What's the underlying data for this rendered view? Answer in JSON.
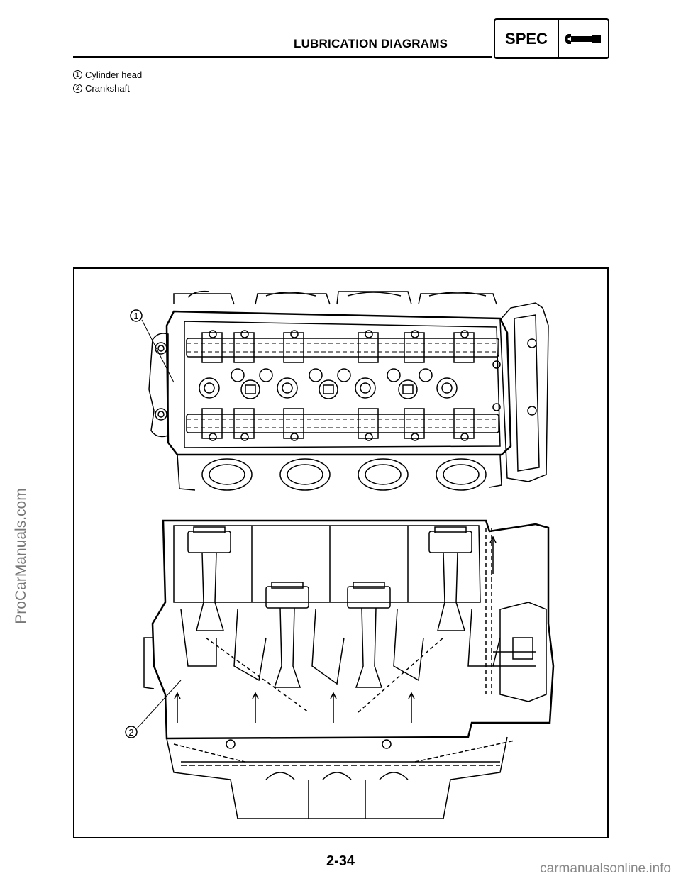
{
  "header": {
    "title": "LUBRICATION DIAGRAMS",
    "spec_label": "SPEC",
    "spec_icon": "wrench-icon"
  },
  "legend": [
    {
      "num": "1",
      "label": "Cylinder head"
    },
    {
      "num": "2",
      "label": "Crankshaft"
    }
  ],
  "figure": {
    "callout_1": "1",
    "callout_2": "2"
  },
  "page_number": "2-34",
  "watermarks": {
    "side": "ProCarManuals.com",
    "bottom": "carmanualsonline.info"
  }
}
